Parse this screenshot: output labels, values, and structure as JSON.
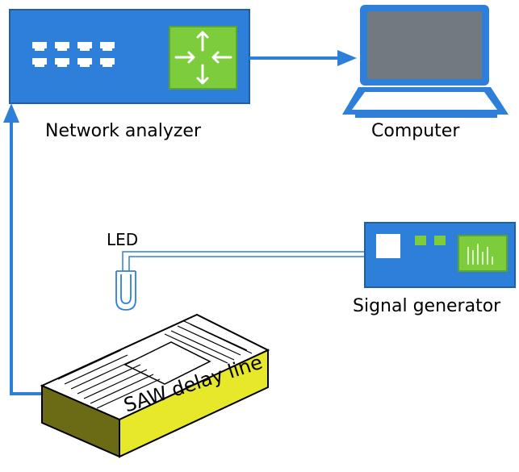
{
  "labels": {
    "network_analyzer": "Network analyzer",
    "computer": "Computer",
    "led": "LED",
    "signal_generator": "Signal generator",
    "saw_delay_line": "SAW delay line"
  },
  "colors": {
    "device_blue": "#2e7fd9",
    "screen_green": "#7ccc3c",
    "screen_gray": "#707a80",
    "saw_yellow": "#e8e82a",
    "saw_dark": "#6b6b16"
  },
  "icons": [
    "ethernet-port-icon",
    "four-arrows-icon",
    "laptop-icon",
    "led-icon"
  ]
}
